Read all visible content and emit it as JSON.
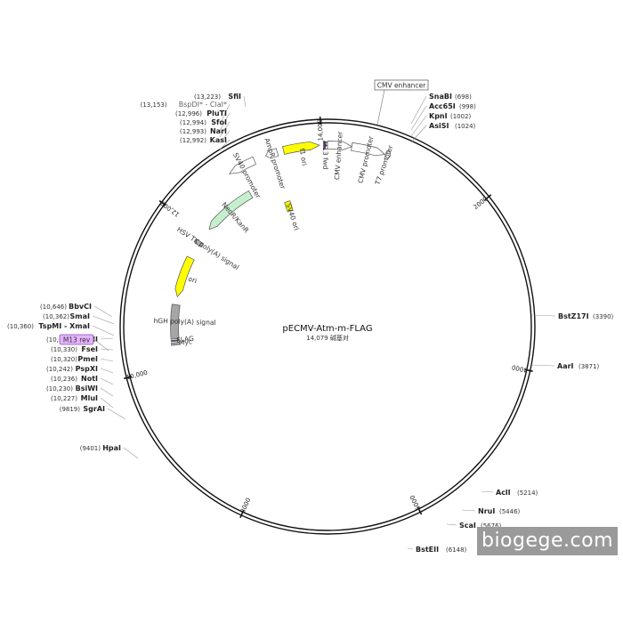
{
  "plasmid": {
    "name": "pECMV-Atm-m-FLAG",
    "length_label": "14,079 碱基对",
    "length_bp": 14079
  },
  "ticks": [
    {
      "label": "2000",
      "pos": 2000
    },
    {
      "label": "4000",
      "pos": 4000
    },
    {
      "label": "6000",
      "pos": 6000
    },
    {
      "label": "8000",
      "pos": 8000
    },
    {
      "label": "10,000",
      "pos": 10000
    },
    {
      "label": "12,000",
      "pos": 12000
    },
    {
      "label": "14,000",
      "pos": 14000
    }
  ],
  "features": [
    {
      "label": "f1 ori",
      "start": 13530,
      "end": 13980,
      "dir": 1,
      "ring": 1,
      "color": "#ffff00"
    },
    {
      "label": "SV40 promoter",
      "start": 12800,
      "end": 13150,
      "dir": -1,
      "ring": 1,
      "color": "#ffffff"
    },
    {
      "label": "AmpR promoter",
      "start": 13300,
      "end": 13450,
      "dir": -1,
      "ring": 1,
      "color": "#ffffff"
    },
    {
      "label": "M13 fwd",
      "start": 14030,
      "end": 14060,
      "dir": 1,
      "ring": 1,
      "color": "#7030a0"
    },
    {
      "label": "CMV promoter",
      "start": 300,
      "end": 720,
      "dir": 1,
      "ring": 1,
      "color": "#ffffff"
    },
    {
      "label": "T7 promoter",
      "start": 730,
      "end": 790,
      "dir": 1,
      "ring": 1,
      "color": "#ffffff"
    },
    {
      "label": "CMV enhancer",
      "start": 0,
      "end": 300,
      "dir": 1,
      "ring": 1,
      "color": "#ffffff"
    },
    {
      "label": "NeoR/KanR",
      "start": 12100,
      "end": 12900,
      "dir": -1,
      "ring": 2,
      "color": "#c6efce"
    },
    {
      "label": "SV40 ori",
      "start": 13330,
      "end": 13430,
      "dir": 0,
      "ring": 3,
      "color": "#ffff00"
    },
    {
      "label": "HSV TK poly(A) signal",
      "start": 11820,
      "end": 11880,
      "dir": 0,
      "ring": 2,
      "color": "#b0b0b0"
    },
    {
      "label": "ori",
      "start": 11000,
      "end": 11600,
      "dir": -1,
      "ring": 2,
      "color": "#ffff00"
    },
    {
      "label": "hGH poly(A) signal",
      "start": 10380,
      "end": 10880,
      "dir": 0,
      "ring": 2,
      "color": "#a6a6a6"
    },
    {
      "label": "FLAG",
      "start": 10345,
      "end": 10362,
      "dir": 0,
      "ring": 2,
      "color": "#7030a0"
    },
    {
      "label": "Myc",
      "start": 10290,
      "end": 10325,
      "dir": 0,
      "ring": 2,
      "color": "#a6a6a6"
    }
  ],
  "enzymes": [
    {
      "name": "SfiI",
      "pos_label": "(13,223)",
      "grey": false
    },
    {
      "name": "BspDI* - ClaI*",
      "pos_label": "(13,153)",
      "grey": true
    },
    {
      "name": "PluTI",
      "pos_label": "(12,996)",
      "grey": false
    },
    {
      "name": "SfoI",
      "pos_label": "(12,994)",
      "grey": false
    },
    {
      "name": "NarI",
      "pos_label": "(12,993)",
      "grey": false
    },
    {
      "name": "KasI",
      "pos_label": "(12,992)",
      "grey": false
    },
    {
      "name": "SnaBI",
      "pos_label": "(698)",
      "grey": false
    },
    {
      "name": "Acc65I",
      "pos_label": "(998)",
      "grey": false
    },
    {
      "name": "KpnI",
      "pos_label": "(1002)",
      "grey": false
    },
    {
      "name": "AsiSI",
      "pos_label": "(1024)",
      "grey": false
    },
    {
      "name": "BstZ17I",
      "pos_label": "(3390)",
      "grey": false
    },
    {
      "name": "AarI",
      "pos_label": "(3871)",
      "grey": false
    },
    {
      "name": "AclI",
      "pos_label": "(5214)",
      "grey": false
    },
    {
      "name": "NruI",
      "pos_label": "(5446)",
      "grey": false
    },
    {
      "name": "ScaI",
      "pos_label": "(5676)",
      "grey": false
    },
    {
      "name": "BstEII",
      "pos_label": "(6148)",
      "grey": false
    },
    {
      "name": "HpaI",
      "pos_label": "(9401)",
      "grey": false
    },
    {
      "name": "SgrAI",
      "pos_label": "(9819)",
      "grey": false
    },
    {
      "name": "MluI",
      "pos_label": "(10,227)",
      "grey": false
    },
    {
      "name": "BsiWI",
      "pos_label": "(10,230)",
      "grey": false
    },
    {
      "name": "NotI",
      "pos_label": "(10,236)",
      "grey": false
    },
    {
      "name": "PspXI",
      "pos_label": "(10,242)",
      "grey": false
    },
    {
      "name": "PmeI",
      "pos_label": "(10,320)",
      "grey": false
    },
    {
      "name": "FseI",
      "pos_label": "(10,330)",
      "grey": false
    },
    {
      "name": "SacII",
      "pos_label": "(10,334)",
      "grey": false
    },
    {
      "name": "TspMI - XmaI",
      "pos_label": "(10,360)",
      "grey": false
    },
    {
      "name": "SmaI",
      "pos_label": "(10,362)",
      "grey": false
    },
    {
      "name": "BbvCI",
      "pos_label": "(10,646)",
      "grey": false
    }
  ],
  "primer_box": {
    "label": "M13 rev",
    "color": "#e6b3ff"
  },
  "enhancer_box": {
    "label": "CMV enhancer"
  },
  "watermark": "biogege.com"
}
